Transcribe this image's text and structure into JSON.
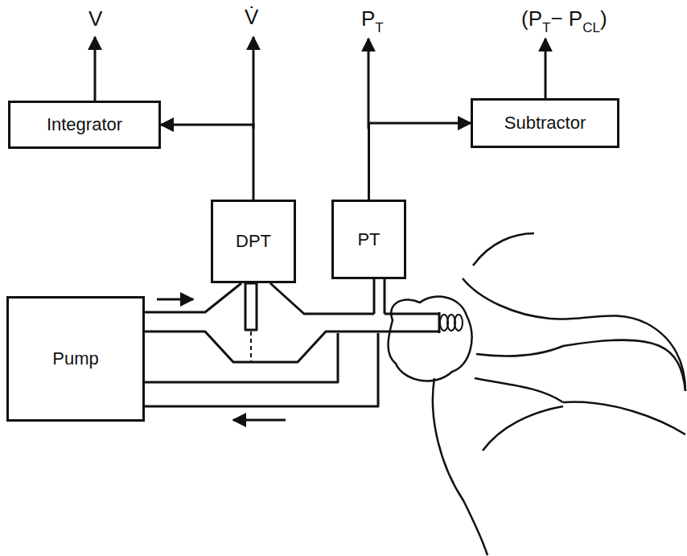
{
  "diagram": {
    "nodes": [
      {
        "text": [
          "Integrator"
        ]
      },
      {
        "text": [
          "Subtractor"
        ]
      },
      {
        "text": [
          "DPT"
        ]
      },
      {
        "text": [
          "PT"
        ]
      },
      {
        "text": [
          "Pump"
        ]
      }
    ],
    "edges": [
      {
        "from": 2,
        "to": 0,
        "arrow": "to"
      },
      {
        "from": 3,
        "to": 1,
        "arrow": "to"
      }
    ],
    "labels": [
      "V",
      "V̇",
      "P",
      "T",
      "(P",
      "T",
      "− P",
      "CL",
      ")"
    ]
  }
}
